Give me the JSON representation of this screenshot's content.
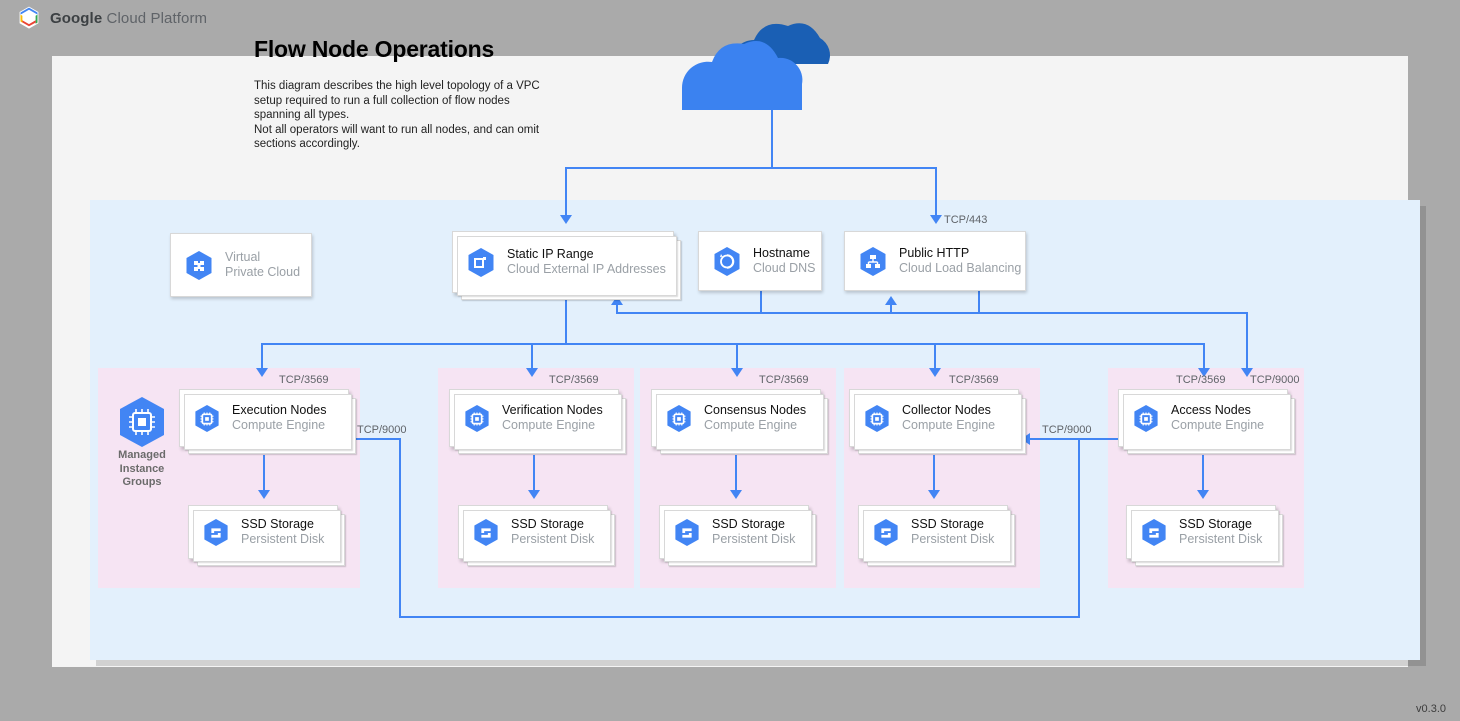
{
  "header": {
    "brand_bold": "Google",
    "brand_rest": " Cloud Platform",
    "logo_icon": "google-cloud-hexagon-logo"
  },
  "title": "Flow Node Operations",
  "description": "This diagram describes the high level topology of a VPC setup required to run a full collection of flow nodes spanning all types.\nNot all operators will want to run all nodes, and can omit sections accordingly.",
  "version": "v0.3.0",
  "colors": {
    "connector": "#4285f4",
    "vpc_fill": "#e3f0fc",
    "mig_fill": "#f6e4f3",
    "page_fill": "#f4f4f4",
    "desktop": "#aaaaaa",
    "icon_blue": "#4285f4",
    "cloud_top": "#1a5fb4",
    "cloud_body": "#3b82f0",
    "muted_text": "#9aa0a6"
  },
  "internet_cloud": {
    "icon": "cloud-icon",
    "label": ""
  },
  "top_nodes": [
    {
      "id": "vpc",
      "title": "Virtual",
      "subtitle": "Private Cloud",
      "icon": "virtual-private-cloud-icon",
      "muted": true
    },
    {
      "id": "static-ip",
      "title": "Static IP Range",
      "subtitle": "Cloud External IP Addresses",
      "icon": "cloud-external-ip-icon",
      "muted": false
    },
    {
      "id": "hostname",
      "title": "Hostname",
      "subtitle": "Cloud DNS",
      "icon": "cloud-dns-icon",
      "muted": false
    },
    {
      "id": "public-http",
      "title": "Public HTTP",
      "subtitle": "Cloud Load Balancing",
      "icon": "cloud-load-balancing-icon",
      "muted": false
    }
  ],
  "mig_label": "Managed\nInstance\nGroups",
  "mig_icon": "managed-instance-groups-icon",
  "node_groups": [
    {
      "id": "execution",
      "compute": {
        "title": "Execution Nodes",
        "subtitle": "Compute Engine",
        "icon": "compute-engine-icon"
      },
      "storage": {
        "title": "SSD Storage",
        "subtitle": "Persistent Disk",
        "icon": "persistent-disk-icon"
      }
    },
    {
      "id": "verification",
      "compute": {
        "title": "Verification Nodes",
        "subtitle": "Compute Engine",
        "icon": "compute-engine-icon"
      },
      "storage": {
        "title": "SSD Storage",
        "subtitle": "Persistent Disk",
        "icon": "persistent-disk-icon"
      }
    },
    {
      "id": "consensus",
      "compute": {
        "title": "Consensus Nodes",
        "subtitle": "Compute Engine",
        "icon": "compute-engine-icon"
      },
      "storage": {
        "title": "SSD Storage",
        "subtitle": "Persistent Disk",
        "icon": "persistent-disk-icon"
      }
    },
    {
      "id": "collector",
      "compute": {
        "title": "Collector Nodes",
        "subtitle": "Compute Engine",
        "icon": "compute-engine-icon"
      },
      "storage": {
        "title": "SSD Storage",
        "subtitle": "Persistent Disk",
        "icon": "persistent-disk-icon"
      }
    },
    {
      "id": "access",
      "compute": {
        "title": "Access Nodes",
        "subtitle": "Compute Engine",
        "icon": "compute-engine-icon"
      },
      "storage": {
        "title": "SSD Storage",
        "subtitle": "Persistent Disk",
        "icon": "persistent-disk-icon"
      }
    }
  ],
  "port_labels": {
    "https": "TCP/443",
    "p3569_execution": "TCP/3569",
    "p3569_verification": "TCP/3569",
    "p3569_consensus": "TCP/3569",
    "p3569_collector": "TCP/3569",
    "p3569_access": "TCP/3569",
    "p9000_access_in": "TCP/9000",
    "p9000_to_collector": "TCP/9000",
    "p9000_to_execution": "TCP/9000"
  }
}
